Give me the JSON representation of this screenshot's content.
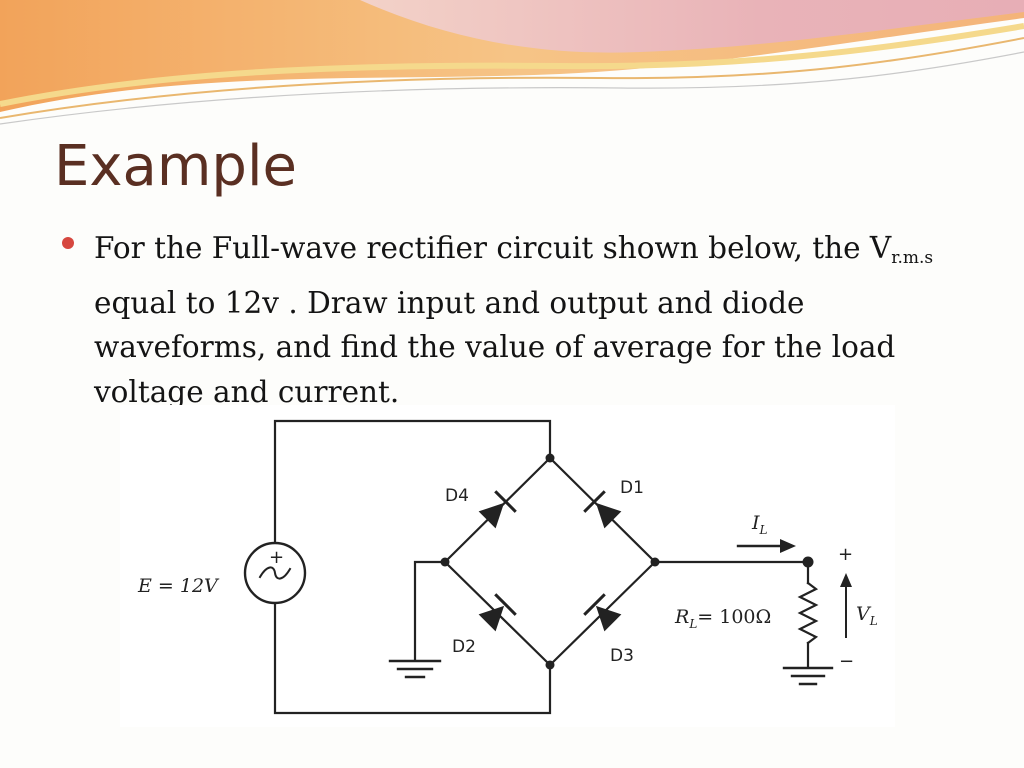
{
  "slide": {
    "title": "Example",
    "bullet": {
      "part1": "For the Full-wave rectifier circuit shown below, the V",
      "subscript": "r.m.s",
      "part2": " equal to 12v . Draw input and output and diode waveforms, and find the value of average for the load voltage and current."
    }
  },
  "circuit": {
    "source_label": "E = 12V",
    "source_plus": "+",
    "diodes": [
      "D1",
      "D2",
      "D3",
      "D4"
    ],
    "current_label": "I",
    "current_sub": "L",
    "resistor_label": "R",
    "resistor_sub": "L",
    "resistor_value": "= 100Ω",
    "output_label": "V",
    "output_sub": "L",
    "output_plus": "+",
    "output_minus": "−"
  },
  "colors": {
    "title": "#5a2f22",
    "bullet": "#d6473f",
    "banner_orange": "#f2a35a",
    "banner_pink": "#e8b3b8",
    "banner_yellow": "#f5d98c"
  }
}
